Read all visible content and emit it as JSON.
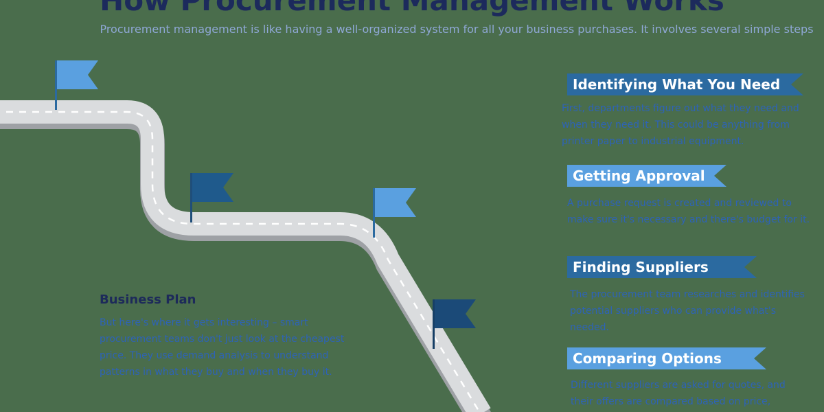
{
  "header": {
    "title": "How Procurement Management Works",
    "subtitle": "Procurement management is like having a well-organized system for all your business purchases. It involves several simple steps"
  },
  "steps": [
    {
      "title": "Identifying What You Need",
      "text": "First, departments figure out what they need and when they need it. This could be anything from printer paper to industrial equipment."
    },
    {
      "title": "Getting Approval",
      "text": "A purchase request is created and reviewed to make sure it's necessary and there's budget for it."
    },
    {
      "title": "Finding Suppliers",
      "text": "The procurement team researches and identifies potential suppliers who can provide what's needed."
    },
    {
      "title": "Comparing Options",
      "text": "Different suppliers are asked for quotes, and their offers are compared based on price,"
    }
  ],
  "business_plan": {
    "title": "Business Plan",
    "text": "But here's where it gets interesting – smart procurement teams don't just look at the cheapest price. They use demand analysis to understand patterns in what they buy and when they buy it."
  },
  "colors": {
    "background": "#4a6d4c",
    "title": "#1c2a5c",
    "flag_light": "#5aa0e0",
    "flag_dark": "#1f5a8c",
    "banner_dark": "#2b6aa0",
    "banner_light": "#5aa0e0",
    "body_text": "#2d63b8"
  }
}
